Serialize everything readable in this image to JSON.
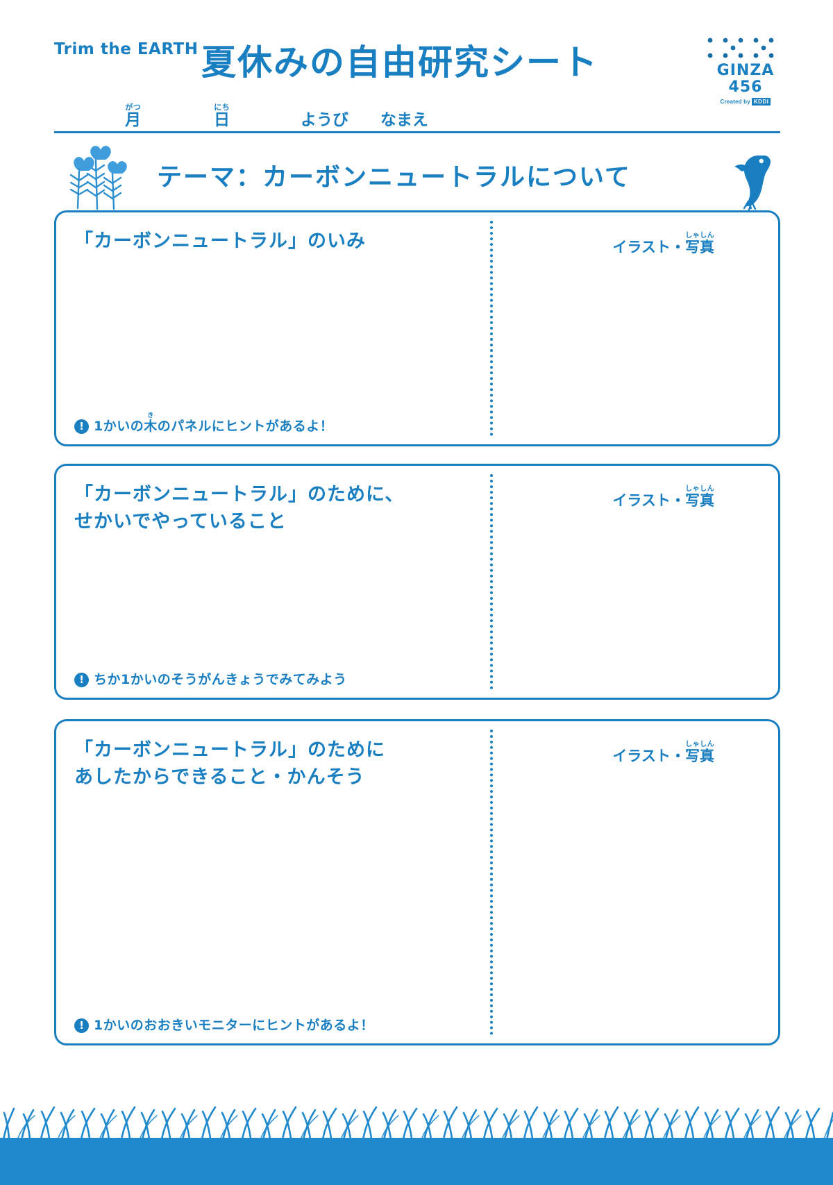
{
  "header": {
    "brand_tagline": "Trim the EARTH",
    "title": "夏休みの自由研究シート",
    "logo": {
      "word": "GINZA 456",
      "created_by": "Created by",
      "company": "KDDI"
    }
  },
  "date_row": {
    "month": "月",
    "month_ruby": "がつ",
    "day": "日",
    "day_ruby": "にち",
    "weekday": "ようび",
    "name": "なまえ"
  },
  "theme": {
    "text": "テーマ：カーボンニュートラルについて",
    "flower_icon": "flower-icon",
    "bird_icon": "bird-icon"
  },
  "illustration_label": {
    "prefix": "イラスト・",
    "kanji": "写真",
    "ruby": "しゃしん"
  },
  "sections": [
    {
      "heading": "「カーボンニュートラル」のいみ",
      "hint_icon": "!",
      "hint_pre": "1かいの",
      "hint_kanji": "木",
      "hint_ruby": "き",
      "hint_post": "のパネルにヒントがあるよ！"
    },
    {
      "heading": "「カーボンニュートラル」のために、\nせかいでやっていること",
      "hint_icon": "!",
      "hint_pre": "ちか1かいのそうがんきょうでみてみよう",
      "hint_kanji": "",
      "hint_ruby": "",
      "hint_post": ""
    },
    {
      "heading": "「カーボンニュートラル」のために\nあしたからできること・かんそう",
      "hint_icon": "!",
      "hint_pre": "1かいのおおきいモニターにヒントがあるよ！",
      "hint_kanji": "",
      "hint_ruby": "",
      "hint_post": ""
    }
  ],
  "colors": {
    "brand_blue": "#1a7fc1",
    "grass_blue": "#2089cd",
    "background": "#ffffff"
  }
}
